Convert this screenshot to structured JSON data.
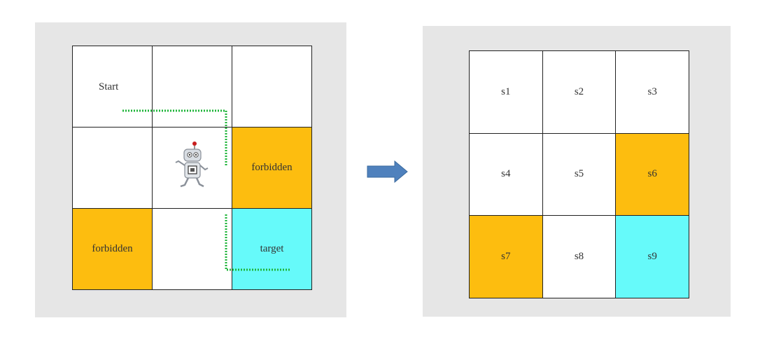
{
  "left_grid": {
    "cells": [
      {
        "label": "Start",
        "kind": "start"
      },
      {
        "label": "",
        "kind": "empty"
      },
      {
        "label": "",
        "kind": "empty"
      },
      {
        "label": "",
        "kind": "empty"
      },
      {
        "label": "",
        "kind": "robot"
      },
      {
        "label": "forbidden",
        "kind": "forbidden"
      },
      {
        "label": "forbidden",
        "kind": "forbidden"
      },
      {
        "label": "",
        "kind": "empty"
      },
      {
        "label": "target",
        "kind": "target"
      }
    ]
  },
  "right_grid": {
    "cells": [
      {
        "label": "s1",
        "kind": "empty"
      },
      {
        "label": "s2",
        "kind": "empty"
      },
      {
        "label": "s3",
        "kind": "empty"
      },
      {
        "label": "s4",
        "kind": "empty"
      },
      {
        "label": "s5",
        "kind": "empty"
      },
      {
        "label": "s6",
        "kind": "forbidden"
      },
      {
        "label": "s7",
        "kind": "forbidden"
      },
      {
        "label": "s8",
        "kind": "empty"
      },
      {
        "label": "s9",
        "kind": "target"
      }
    ]
  },
  "colors": {
    "forbidden": "#fdbd0f",
    "target": "#66fafa",
    "path": "#1fb53a",
    "arrow": "#4f81bd"
  },
  "icons": {
    "robot": "robot-icon",
    "arrow": "right-arrow-icon"
  }
}
